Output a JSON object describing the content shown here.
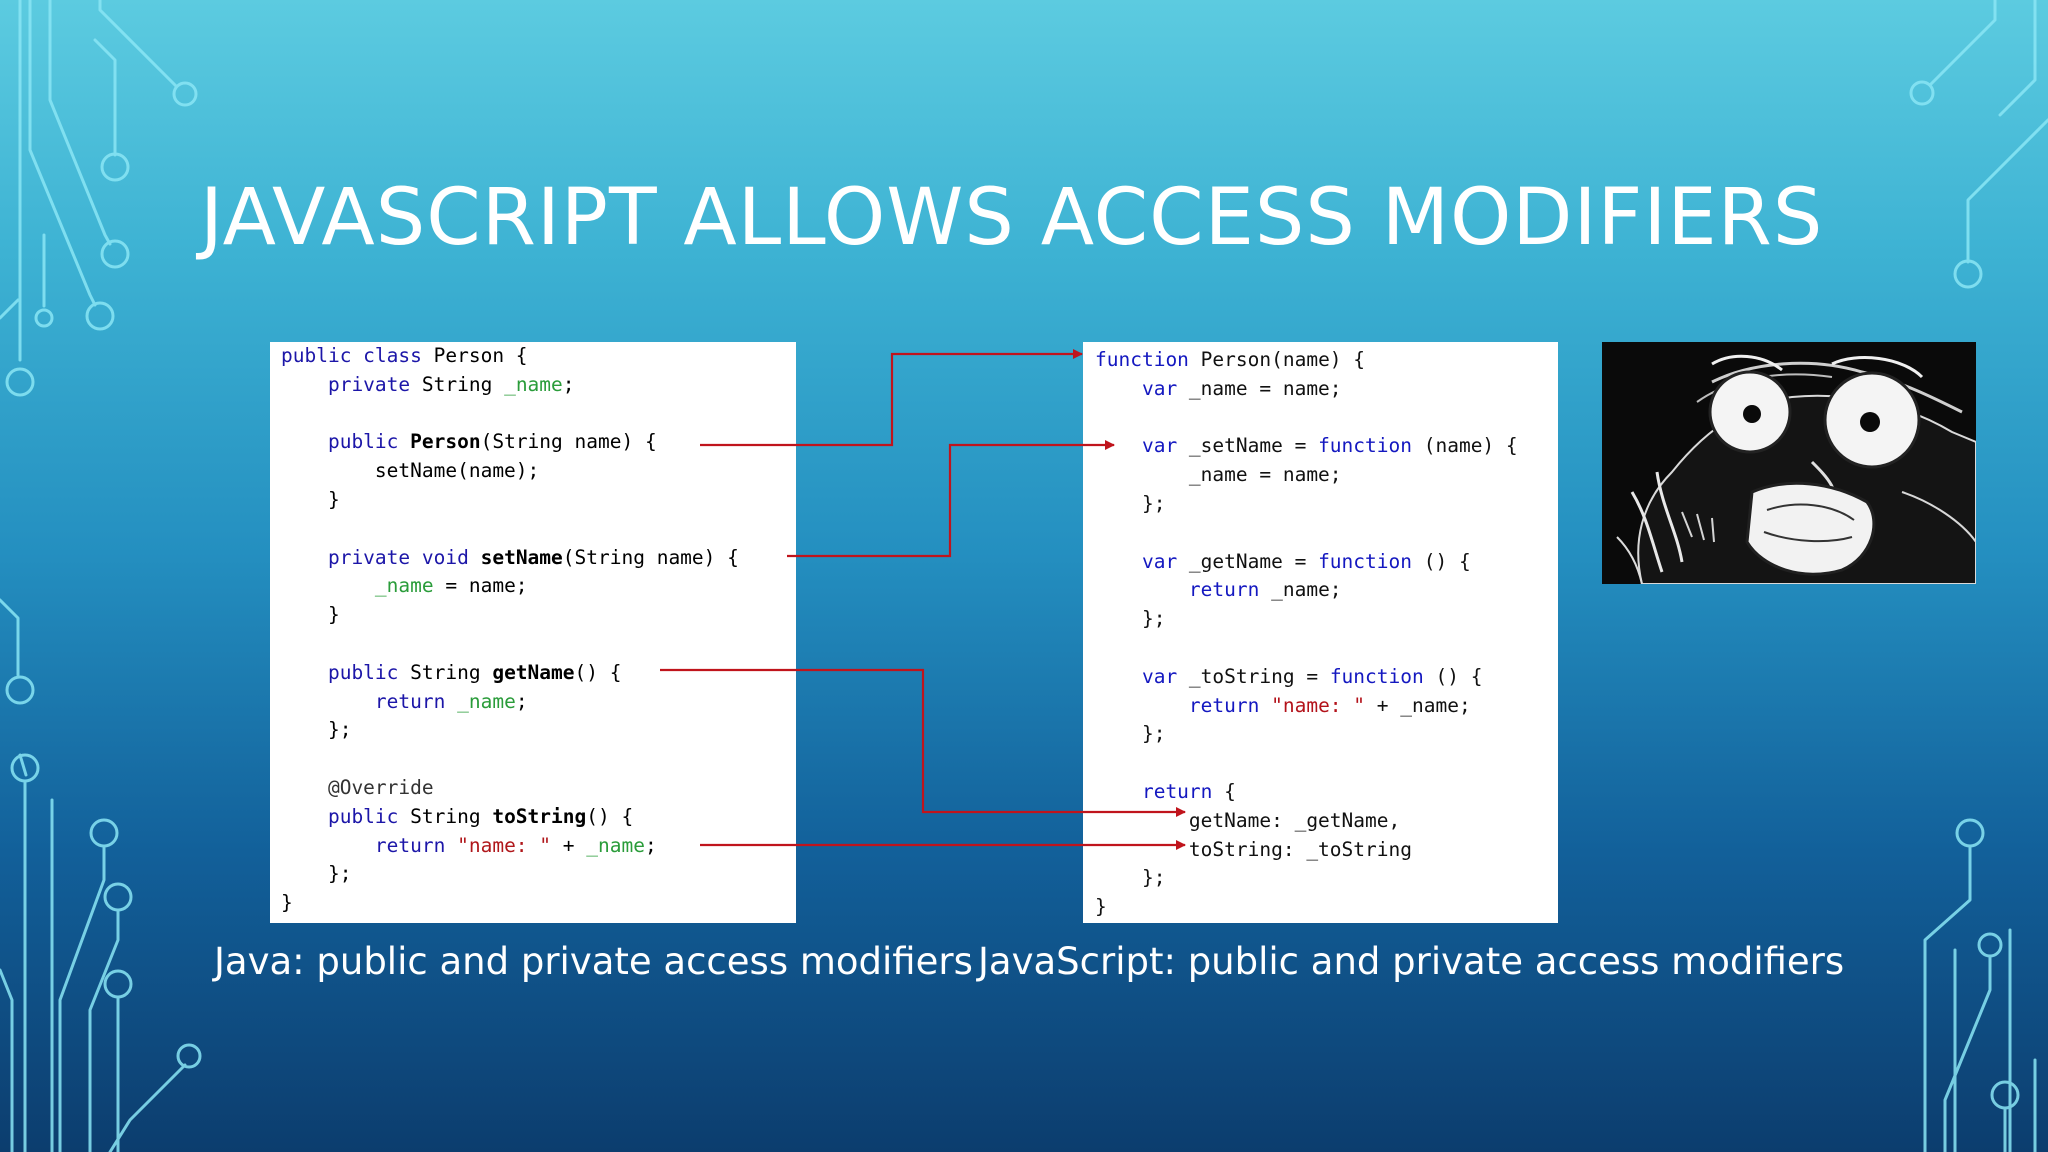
{
  "slide": {
    "title": "JAVASCRIPT ALLOWS ACCESS MODIFIERS",
    "captions": {
      "java": "Java: public and private access modifiers",
      "javascript": "JavaScript: public and private access modifiers"
    }
  },
  "java_code": [
    [
      {
        "t": "public class ",
        "c": "kw"
      },
      {
        "t": "Person {",
        "c": "id"
      }
    ],
    [
      {
        "t": "    private ",
        "c": "kw"
      },
      {
        "t": "String ",
        "c": "id"
      },
      {
        "t": "_name",
        "c": "field"
      },
      {
        "t": ";",
        "c": "id"
      }
    ],
    [],
    [
      {
        "t": "    public ",
        "c": "kw"
      },
      {
        "t": "Person",
        "c": "method"
      },
      {
        "t": "(String name) {",
        "c": "id"
      }
    ],
    [
      {
        "t": "        setName(name);",
        "c": "id"
      }
    ],
    [
      {
        "t": "    }",
        "c": "id"
      }
    ],
    [],
    [
      {
        "t": "    private void ",
        "c": "kw"
      },
      {
        "t": "setName",
        "c": "method"
      },
      {
        "t": "(String name) {",
        "c": "id"
      }
    ],
    [
      {
        "t": "        ",
        "c": "id"
      },
      {
        "t": "_name",
        "c": "field"
      },
      {
        "t": " = name;",
        "c": "id"
      }
    ],
    [
      {
        "t": "    }",
        "c": "id"
      }
    ],
    [],
    [
      {
        "t": "    public ",
        "c": "kw"
      },
      {
        "t": "String ",
        "c": "id"
      },
      {
        "t": "getName",
        "c": "method"
      },
      {
        "t": "() {",
        "c": "id"
      }
    ],
    [
      {
        "t": "        return ",
        "c": "kw"
      },
      {
        "t": "_name",
        "c": "field"
      },
      {
        "t": ";",
        "c": "id"
      }
    ],
    [
      {
        "t": "    };",
        "c": "id"
      }
    ],
    [],
    [
      {
        "t": "    @Override",
        "c": "ann"
      }
    ],
    [
      {
        "t": "    public ",
        "c": "kw"
      },
      {
        "t": "String ",
        "c": "id"
      },
      {
        "t": "toString",
        "c": "method"
      },
      {
        "t": "() {",
        "c": "id"
      }
    ],
    [
      {
        "t": "        return ",
        "c": "kw"
      },
      {
        "t": "\"name: \"",
        "c": "str"
      },
      {
        "t": " + ",
        "c": "id"
      },
      {
        "t": "_name",
        "c": "field"
      },
      {
        "t": ";",
        "c": "id"
      }
    ],
    [
      {
        "t": "    };",
        "c": "id"
      }
    ],
    [
      {
        "t": "}",
        "c": "id"
      }
    ]
  ],
  "js_code": [
    [
      {
        "t": "function ",
        "c": "kw"
      },
      {
        "t": "Person(name) {",
        "c": "plain"
      }
    ],
    [
      {
        "t": "    var ",
        "c": "kw"
      },
      {
        "t": "_name = name;",
        "c": "plain"
      }
    ],
    [],
    [
      {
        "t": "    var ",
        "c": "kw"
      },
      {
        "t": "_setName = ",
        "c": "plain"
      },
      {
        "t": "function ",
        "c": "kw"
      },
      {
        "t": "(name) {",
        "c": "plain"
      }
    ],
    [
      {
        "t": "        _name = name;",
        "c": "plain"
      }
    ],
    [
      {
        "t": "    };",
        "c": "plain"
      }
    ],
    [],
    [
      {
        "t": "    var ",
        "c": "kw"
      },
      {
        "t": "_getName = ",
        "c": "plain"
      },
      {
        "t": "function ",
        "c": "kw"
      },
      {
        "t": "() {",
        "c": "plain"
      }
    ],
    [
      {
        "t": "        return ",
        "c": "kw"
      },
      {
        "t": "_name;",
        "c": "plain"
      }
    ],
    [
      {
        "t": "    };",
        "c": "plain"
      }
    ],
    [],
    [
      {
        "t": "    var ",
        "c": "kw"
      },
      {
        "t": "_toString = ",
        "c": "plain"
      },
      {
        "t": "function ",
        "c": "kw"
      },
      {
        "t": "() {",
        "c": "plain"
      }
    ],
    [
      {
        "t": "        return ",
        "c": "kw"
      },
      {
        "t": "\"name: \"",
        "c": "str"
      },
      {
        "t": " + _name;",
        "c": "plain"
      }
    ],
    [
      {
        "t": "    };",
        "c": "plain"
      }
    ],
    [],
    [
      {
        "t": "    return ",
        "c": "kw"
      },
      {
        "t": "{",
        "c": "plain"
      }
    ],
    [
      {
        "t": "        getName: _getName,",
        "c": "plain"
      }
    ],
    [
      {
        "t": "        toString: _toString",
        "c": "plain"
      }
    ],
    [
      {
        "t": "    };",
        "c": "plain"
      }
    ],
    [
      {
        "t": "}",
        "c": "plain"
      }
    ]
  ],
  "colors": {
    "keyword": "#1c16a8",
    "field": "#2a9c3a",
    "string": "#b0171b",
    "arrow": "#c0141c",
    "decor_line": "#7fe3f4"
  },
  "image": {
    "icon": "rage-comic-face-icon"
  }
}
